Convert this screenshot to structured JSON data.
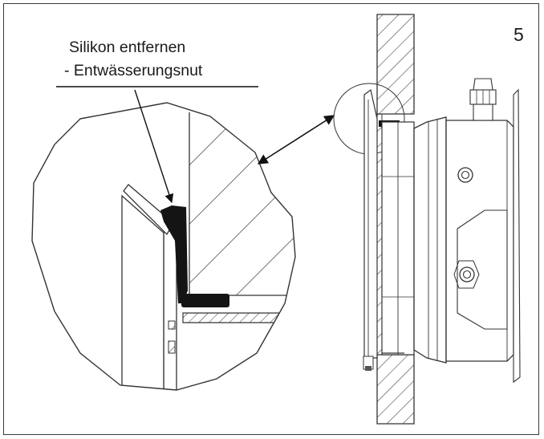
{
  "figure": {
    "step_number": "5",
    "callout": {
      "line1": "Silikon entfernen",
      "line2": "- Entwässerungsnut"
    }
  }
}
